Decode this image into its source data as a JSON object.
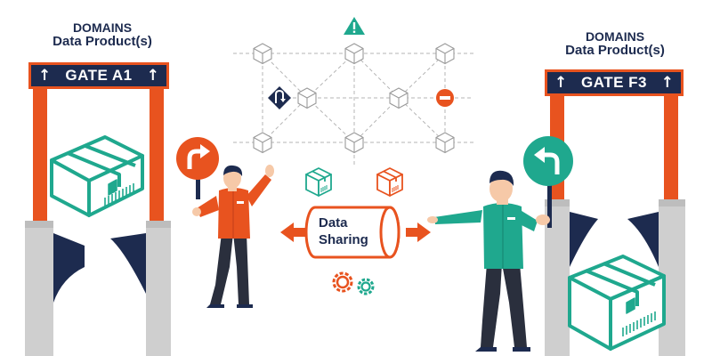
{
  "domains": {
    "left": {
      "line1": "DOMAINS",
      "line2": "Data Product(s)",
      "gate": "GATE A1"
    },
    "right": {
      "line1": "DOMAINS",
      "line2": "Data Product(s)",
      "gate": "GATE F3"
    }
  },
  "center": {
    "line1": "Data",
    "line2": "Sharing"
  },
  "arrows": {
    "up": "↑"
  },
  "icons": [
    "warning-icon",
    "u-turn-icon",
    "no-entry-icon",
    "turn-right-sign-icon",
    "turn-left-sign-icon",
    "gears-icon",
    "package-icon"
  ],
  "colors": {
    "orange": "#e8531f",
    "teal": "#1fa88e",
    "navy": "#1d2b4f",
    "gray": "#c8c8c8"
  }
}
